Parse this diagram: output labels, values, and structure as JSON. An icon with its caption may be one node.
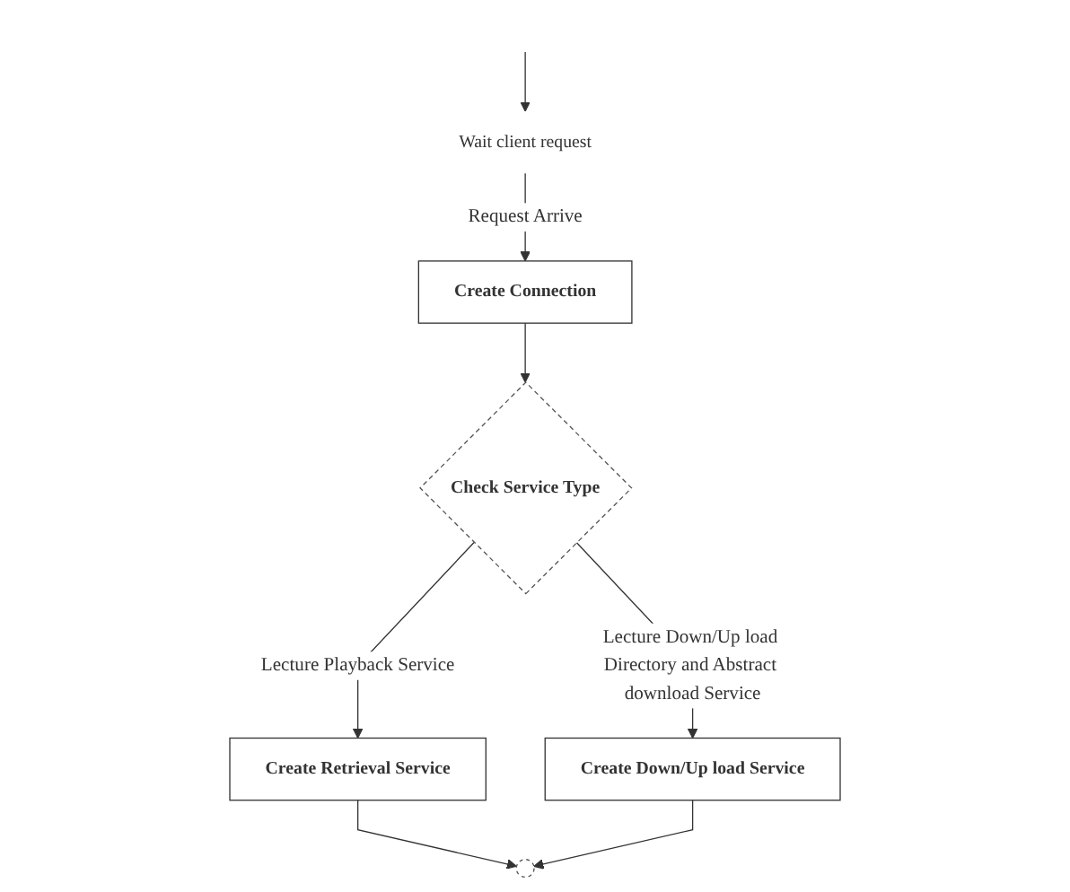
{
  "diagram": {
    "nodes": [
      {
        "text": [
          "Wait client request"
        ]
      },
      {
        "text": [
          "Create Connection"
        ]
      },
      {
        "text": [
          "Check Service Type"
        ]
      },
      {
        "text": [
          "Create Retrieval Service"
        ]
      },
      {
        "text": [
          "Create Down/Up load Service"
        ]
      },
      {
        "text": [],
        "shape": "circle"
      }
    ],
    "edges": [
      {
        "from": null,
        "to": 0,
        "arrow": "to"
      },
      {
        "from": 0,
        "to": 1,
        "label": "Request Arrive",
        "arrow": "to"
      },
      {
        "from": 1,
        "to": 2,
        "arrow": "to"
      },
      {
        "from": 2,
        "to": 3,
        "label": "Lecture Playback Service",
        "arrow": "to"
      },
      {
        "from": 2,
        "to": 4,
        "label": "Lecture Down/Up load Directory and Abstract download Service",
        "arrow": "to"
      },
      {
        "from": 3,
        "to": 5,
        "arrow": "to"
      },
      {
        "from": 4,
        "to": 5,
        "arrow": "to"
      }
    ]
  }
}
